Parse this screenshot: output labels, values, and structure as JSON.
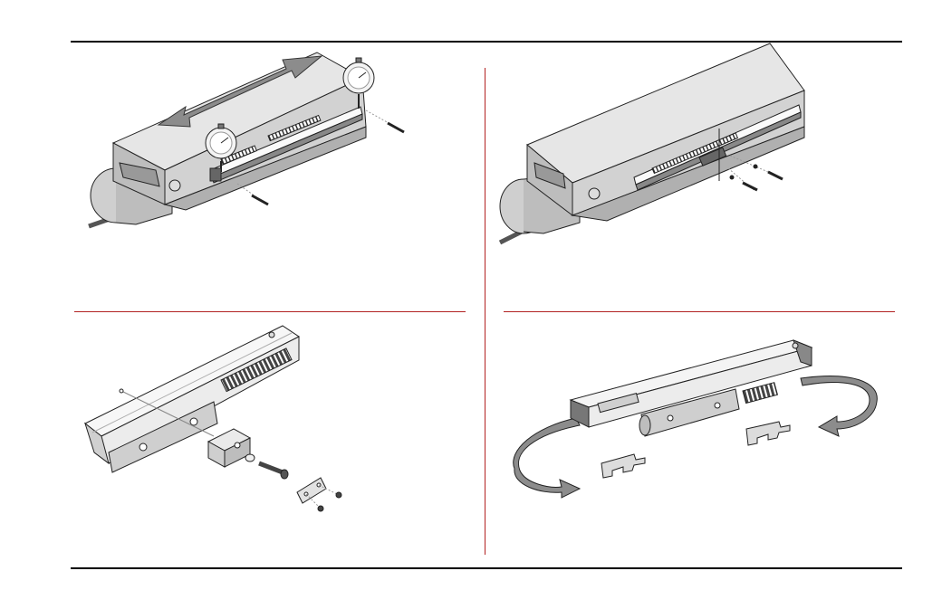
{
  "colors": {
    "rule": "#000000",
    "divider": "#b22222",
    "housing_top": "#e6e6e6",
    "housing_front": "#d0d0d0",
    "housing_side": "#b8b8b8",
    "arrow": "#8c8c8c",
    "outline": "#222222"
  },
  "panels": [
    {
      "id": "top-left",
      "subject": "table-with-dial-indicators"
    },
    {
      "id": "top-right",
      "subject": "table-with-mounted-scale"
    },
    {
      "id": "bottom-left",
      "subject": "scale-reading-head-mounting-detail"
    },
    {
      "id": "bottom-right",
      "subject": "scale-rotation-with-shipping-clips"
    }
  ]
}
